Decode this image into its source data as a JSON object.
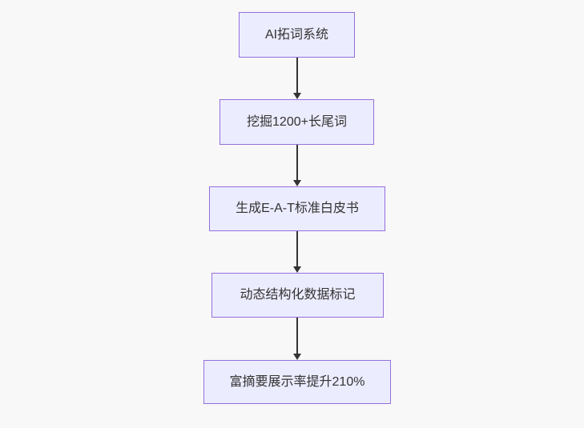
{
  "diagram": {
    "type": "flowchart",
    "direction": "top-down",
    "nodes": [
      {
        "label": "AI拓词系统"
      },
      {
        "label": "挖掘1200+长尾词"
      },
      {
        "label": "生成E-A-T标准白皮书"
      },
      {
        "label": "动态结构化数据标记"
      },
      {
        "label": "富摘要展示率提升210%"
      }
    ],
    "edges": [
      {
        "from": 0,
        "to": 1
      },
      {
        "from": 1,
        "to": 2
      },
      {
        "from": 2,
        "to": 3
      },
      {
        "from": 3,
        "to": 4
      }
    ],
    "colors": {
      "node_fill": "#ECECFF",
      "node_border": "#9370DB",
      "text": "#333333",
      "arrow": "#333333",
      "background": "#f8f8f8"
    }
  }
}
